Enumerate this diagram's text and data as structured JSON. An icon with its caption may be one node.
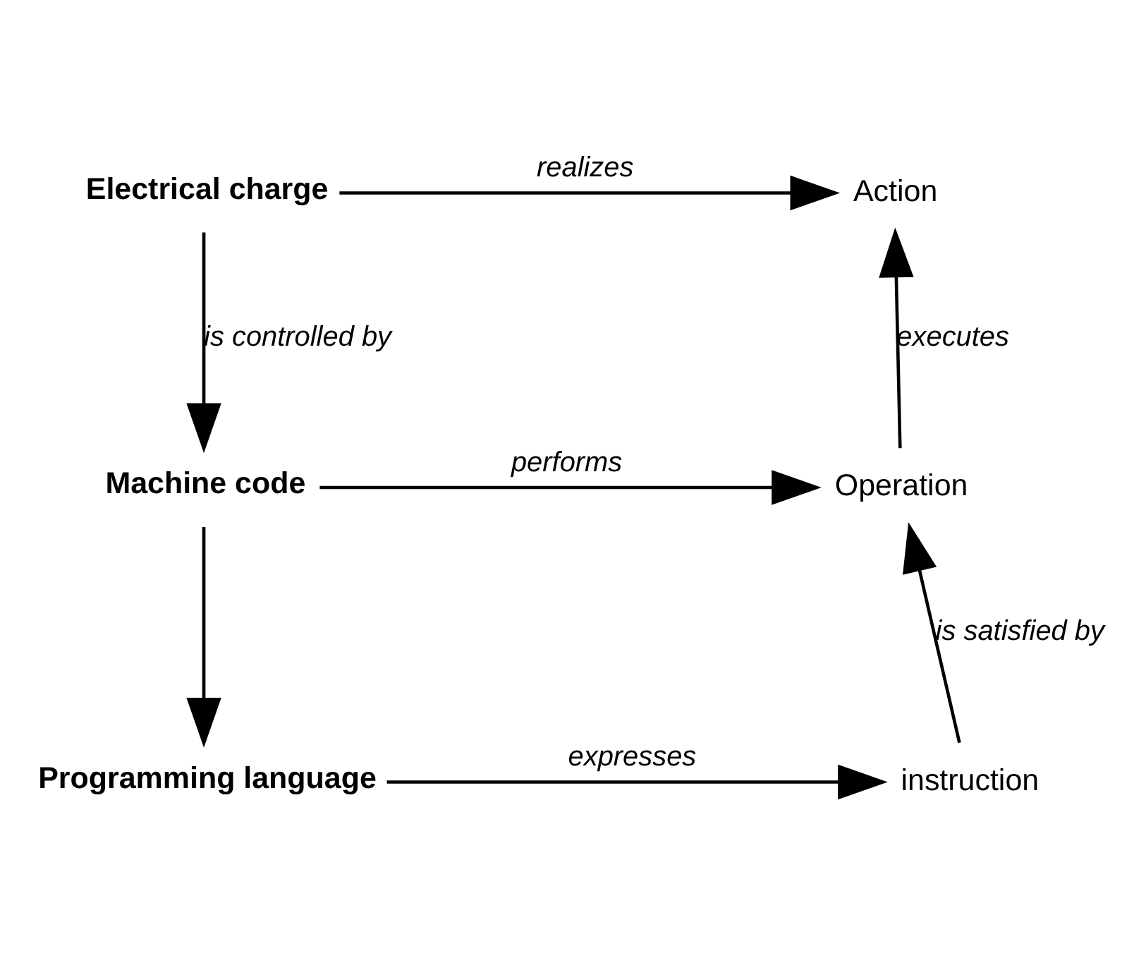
{
  "diagram": {
    "nodes": [
      {
        "text": [
          "Electrical charge"
        ]
      },
      {
        "text": [
          "Machine code"
        ]
      },
      {
        "text": [
          "Programming language"
        ]
      },
      {
        "text": [
          "Action"
        ]
      },
      {
        "text": [
          "Operation"
        ]
      },
      {
        "text": [
          "instruction"
        ]
      }
    ],
    "edges": [
      {
        "from": 0,
        "to": 3,
        "arrow": "to",
        "label": "realizes"
      },
      {
        "from": 0,
        "to": 1,
        "arrow": "to",
        "label": "is controlled by"
      },
      {
        "from": 1,
        "to": 4,
        "arrow": "to",
        "label": "performs"
      },
      {
        "from": 1,
        "to": 2,
        "arrow": "to"
      },
      {
        "from": 2,
        "to": 5,
        "arrow": "to",
        "label": "expresses"
      },
      {
        "from": 4,
        "to": 3,
        "arrow": "to",
        "label": "executes"
      },
      {
        "from": 5,
        "to": 4,
        "arrow": "to",
        "label": "is satisfied by"
      }
    ]
  }
}
